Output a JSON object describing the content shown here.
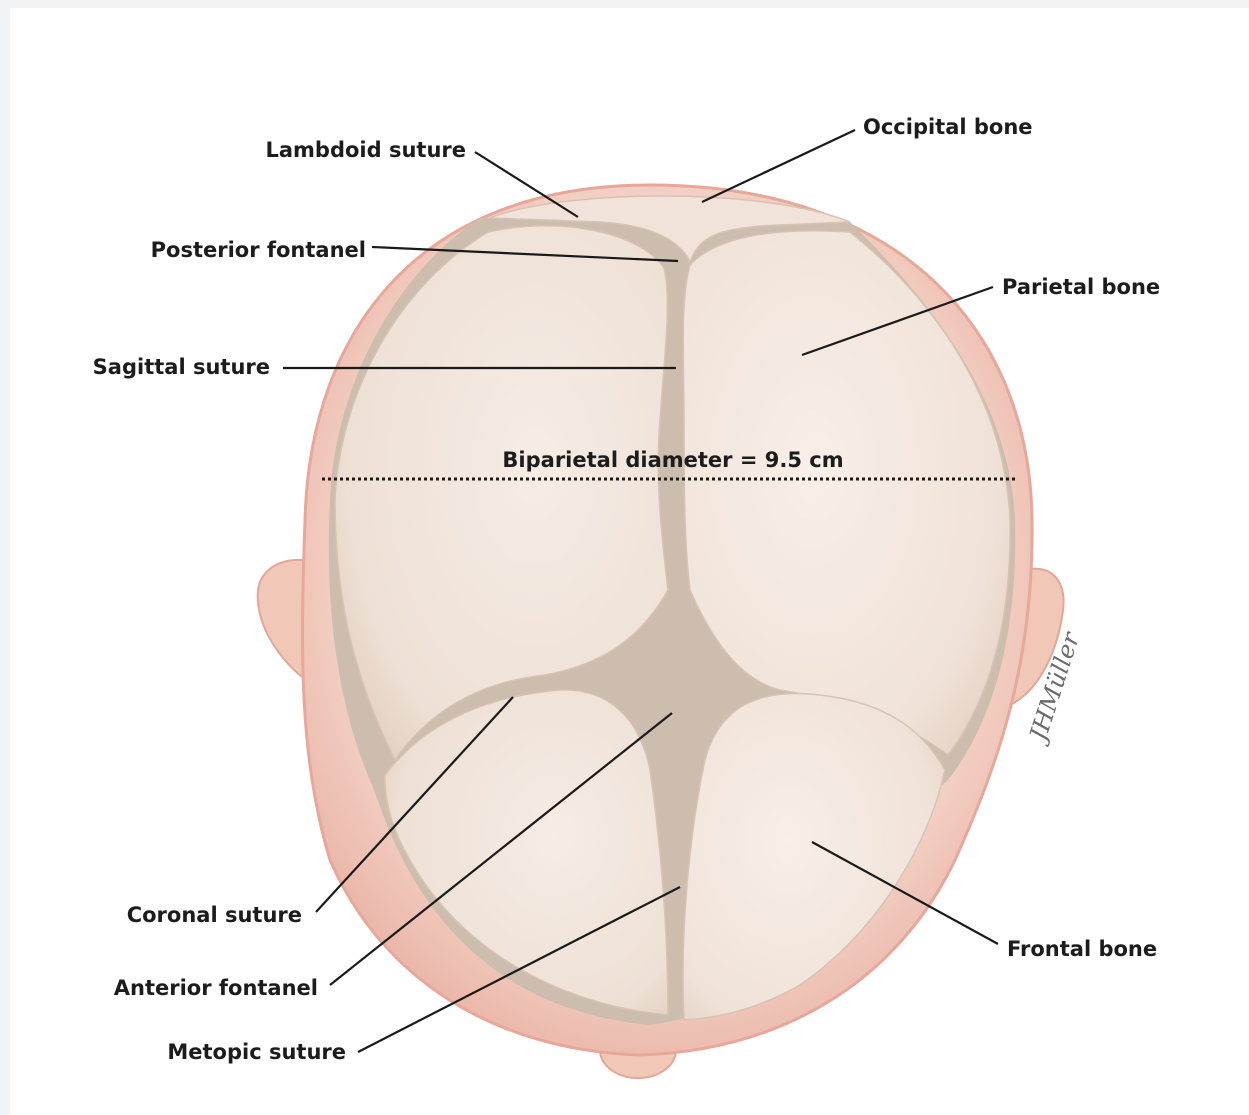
{
  "labels": {
    "lambdoid_suture": "Lambdoid suture",
    "occipital_bone": "Occipital bone",
    "posterior_fontanel": "Posterior fontanel",
    "parietal_bone": "Parietal bone",
    "sagittal_suture": "Sagittal suture",
    "biparietal_diameter": "Biparietal diameter = 9.5 cm",
    "coronal_suture": "Coronal suture",
    "anterior_fontanel": "Anterior fontanel",
    "metopic_suture": "Metopic suture",
    "frontal_bone": "Frontal bone"
  },
  "signature": "JHMüller",
  "colors": {
    "skin": "#f3cfc3",
    "skin_edge": "#e7a79a",
    "bone": "#f3e8df",
    "bone_shadow": "#e4d3c6",
    "suture": "#cdbdae",
    "leader": "#1a1a1a",
    "text": "#1c1c1c"
  }
}
